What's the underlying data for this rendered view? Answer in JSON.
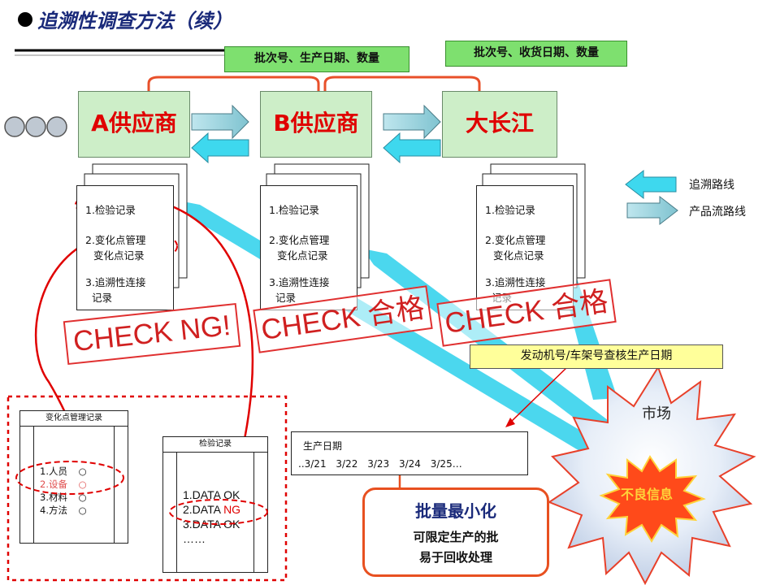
{
  "title": "追溯性调查方法（续）",
  "notes": {
    "batch_production": "批次号、生产日期、数量",
    "batch_receiving": "批次号、收货日期、数量"
  },
  "suppliers": [
    "A供应商",
    "B供应商",
    "大长江"
  ],
  "doc_items": {
    "inspection": "1.检验记录",
    "change_point_1": "2.变化点管理",
    "change_point_2": "变化点记录",
    "traceability_1": "3.追溯性连接",
    "traceability_2": "记录"
  },
  "stamps": [
    "CHECK NG!",
    "CHECK 合格",
    "CHECK 合格"
  ],
  "legend": {
    "trace": "追溯路线",
    "flow": "产品流路线"
  },
  "engine_note": "发动机号/车架号查核生产日期",
  "market": "市场",
  "defect": "不良信息",
  "change_record": {
    "title": "变化点管理记录",
    "items": [
      {
        "label": "1.人员",
        "mark": "○"
      },
      {
        "label": "2.设备",
        "mark": "○"
      },
      {
        "label": "3.材料",
        "mark": "○"
      },
      {
        "label": "4.方法",
        "mark": "○"
      }
    ]
  },
  "inspection_record": {
    "title": "检验记录",
    "rows": [
      {
        "label": "1.DATA",
        "result": "OK"
      },
      {
        "label": "2.DATA",
        "result": "NG"
      },
      {
        "label": "3.DATA",
        "result": "OK"
      }
    ],
    "more": "……"
  },
  "production": {
    "label": "生产日期",
    "dates": [
      "..3/21",
      "3/22",
      "3/23",
      "3/24",
      "3/25…"
    ]
  },
  "callout": {
    "title": "批量最小化",
    "line1": "可限定生产的批",
    "line2": "易于回收处理"
  },
  "colors": {
    "accent_red": "#e00000",
    "trace_cyan": "#39d6ee",
    "note_green": "#7ee06f"
  }
}
